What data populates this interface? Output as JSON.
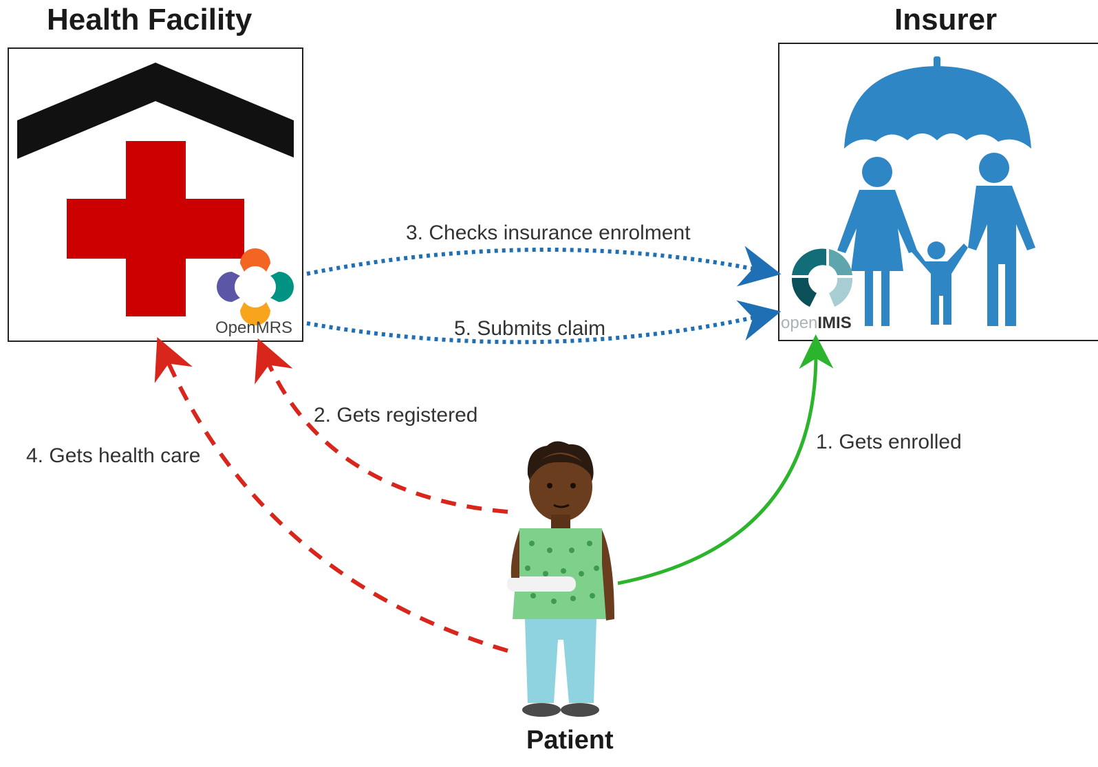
{
  "titles": {
    "health_facility": "Health Facility",
    "insurer": "Insurer",
    "patient": "Patient"
  },
  "logos": {
    "openmrs": "OpenMRS",
    "openimis_prefix": "open",
    "openimis_suffix": "IMIS"
  },
  "steps": {
    "step1": "1. Gets enrolled",
    "step2": "2. Gets registered",
    "step3": "3. Checks insurance enrolment",
    "step4": "4. Gets health care",
    "step5": "5. Submits claim"
  },
  "colors": {
    "enrol_arrow": "#2cb52c",
    "care_arrow": "#d9261c",
    "system_arrow": "#1f6fb5",
    "cross": "#cc0000",
    "insurer_blue": "#2f86c5"
  },
  "icons": [
    "house-roof-icon",
    "red-cross-icon",
    "openmrs-logo",
    "umbrella-family-icon",
    "openimis-logo",
    "patient-figure-icon"
  ]
}
